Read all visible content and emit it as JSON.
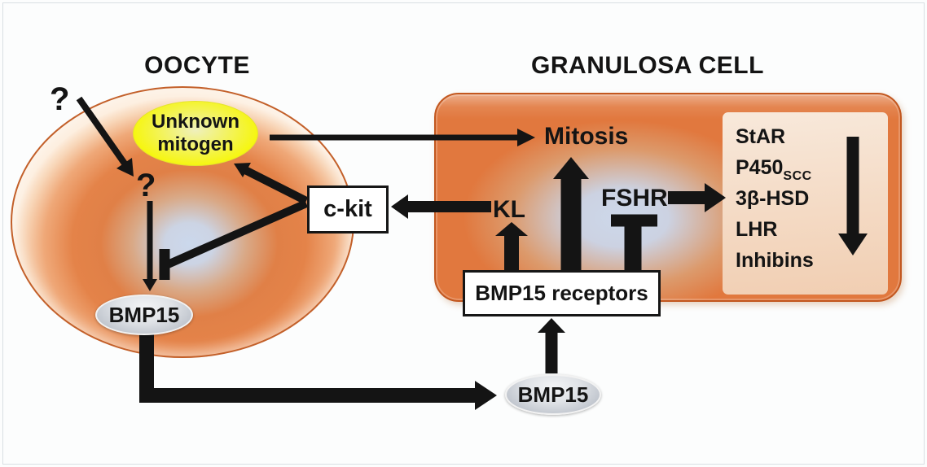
{
  "oocyte": {
    "title": "OOCYTE",
    "question_outer": "?",
    "question_inner": "?",
    "mitogen_line1": "Unknown",
    "mitogen_line2": "mitogen",
    "bmp15_label": "BMP15"
  },
  "granulosa": {
    "title": "GRANULOSA CELL",
    "mitosis_label": "Mitosis",
    "kl_label": "KL",
    "fshr_label": "FSHR",
    "genes": [
      "StAR",
      {
        "base": "P450",
        "sub": "SCC"
      },
      "3β-HSD",
      "LHR",
      "Inhibins"
    ]
  },
  "nodes": {
    "ckit_label": "c-kit",
    "receptors_label": "BMP15 receptors",
    "bmp15_secreted_label": "BMP15"
  },
  "colors": {
    "arrow_black": "#141414",
    "oocyte_orange": "#e08047",
    "oocyte_center_blue": "#cbd8ec",
    "granulosa_orange": "#e1783e",
    "granulosa_border": "#c2571f",
    "gene_panel_peach": "#f4dac4",
    "mitogen_yellow": "#f6f60e",
    "bmp15_silver": "#c2c7cf"
  }
}
